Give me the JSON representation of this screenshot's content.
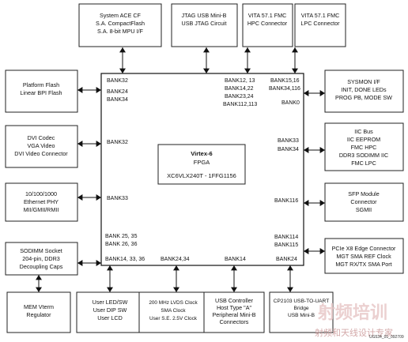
{
  "fpga": {
    "name": "Virtex-6",
    "type": "FPGA",
    "part": "XC6VLX240T - 1FFG1156"
  },
  "banks": {
    "top_left_1": "BANK32",
    "top_left_2": "BANK24",
    "top_left_3": "BANK34",
    "top_mid_1": "BANK12, 13",
    "top_mid_2": "BANK14,22",
    "top_mid_3": "BANK23,24",
    "top_mid_4": "BANK112,113",
    "top_right_1": "BANK15,16",
    "top_right_2": "BANK34,116",
    "right_bank0": "BANK0",
    "left_dvi": "BANK32",
    "right_iic_1": "BANK33",
    "right_iic_2": "BANK34",
    "left_phy": "BANK33",
    "right_sfp": "BANK116",
    "left_sodimm_1": "BANK 25, 35",
    "left_sodimm_2": "BANK 26, 36",
    "right_pcie_1": "BANK114",
    "right_pcie_2": "BANK115",
    "bottom_1": "BANK14, 33, 36",
    "bottom_2": "BANK24,34",
    "bottom_3": "BANK14",
    "bottom_4": "BANK24"
  },
  "blocks": {
    "system_ace": [
      "System ACE CF",
      "S.A. CompactFlash",
      "S.A. 8-bit MPU I/F"
    ],
    "jtag": [
      "JTAG USB Mini-B",
      "USB JTAG Circuit"
    ],
    "vita_hpc": [
      "VITA 57.1 FMC",
      "HPC Connector"
    ],
    "vita_lpc": [
      "VITA 57.1 FMC",
      "LPC Connector"
    ],
    "platform_flash": [
      "Platform Flash",
      "Linear BPI Flash"
    ],
    "sysmon": [
      "SYSMON I/F",
      "INIT, DONE LEDs",
      "PROG PB, MODE SW"
    ],
    "dvi": [
      "DVI Codec",
      "VGA Video",
      "DVI Video Connector"
    ],
    "iic": [
      "IIC Bus",
      "IIC EEPROM",
      "FMC HPC",
      "DDR3 SODIMM IIC",
      "FMC LPC"
    ],
    "ethernet": [
      "10/100/1000",
      "Ethernet PHY",
      "MII/GMII/RMII"
    ],
    "sfp": [
      "SFP Module",
      "Connector",
      "SGMII"
    ],
    "sodimm": [
      "SODIMM Socket",
      "204-pin, DDR3",
      "Decoupling Caps"
    ],
    "pcie": [
      "PCIe X8 Edge Connector",
      "MGT SMA REF Clock",
      "MGT RX/TX SMA Port"
    ],
    "mem_vterm": [
      "MEM Vterm",
      "Regulator"
    ],
    "user_io": [
      "User LED/SW",
      "User DIP SW",
      "User LCD"
    ],
    "clocks": [
      "200 MHz LVDS Clock",
      "SMA Clock",
      "User S.E. 2.5V Clock"
    ],
    "usb_ctrl": [
      "USB Controller",
      "Host Type \"A\"",
      "Peripheral Mini-B",
      "Connectors"
    ],
    "uart": [
      "CP2103 USB-TO-UART",
      "Bridge",
      "USB Mini-B"
    ]
  },
  "footnote": "UG534_01_092709",
  "watermark": {
    "line1": "射频培训",
    "line2": "射频和天线设计专家"
  }
}
